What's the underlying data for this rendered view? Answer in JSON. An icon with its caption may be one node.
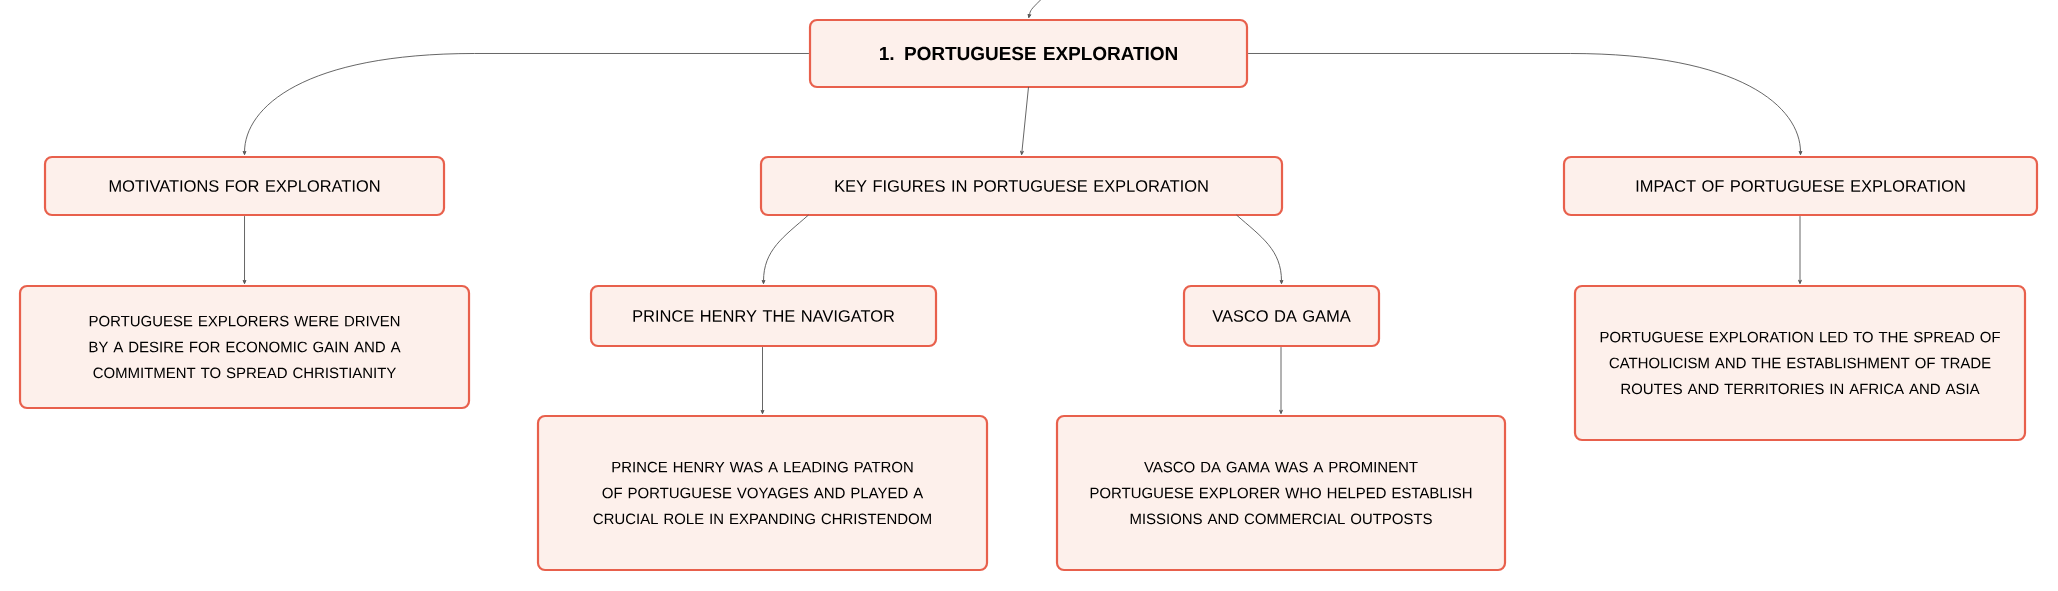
{
  "diagram": {
    "nodes": [
      {
        "text": [
          "1. PORTUGUESE EXPLORATION"
        ]
      },
      {
        "text": [
          "MOTIVATIONS FOR EXPLORATION"
        ]
      },
      {
        "text": [
          "KEY FIGURES IN PORTUGUESE EXPLORATION"
        ]
      },
      {
        "text": [
          "IMPACT OF PORTUGUESE EXPLORATION"
        ]
      },
      {
        "text": [
          "PORTUGUESE EXPLORERS WERE DRIVEN BY A DESIRE FOR ECONOMIC GAIN AND A COMMITMENT TO SPREAD CHRISTIANITY"
        ]
      },
      {
        "text": [
          "PRINCE HENRY THE NAVIGATOR"
        ]
      },
      {
        "text": [
          "VASCO DA GAMA"
        ]
      },
      {
        "text": [
          "PRINCE HENRY WAS A LEADING PATRON OF PORTUGUESE VOYAGES AND PLAYED A CRUCIAL ROLE IN EXPANDING CHRISTENDOM"
        ]
      },
      {
        "text": [
          "VASCO DA GAMA WAS A PROMINENT PORTUGUESE EXPLORER WHO HELPED ESTABLISH MISSIONS AND COMMERCIAL OUTPOSTS"
        ]
      },
      {
        "text": [
          "PORTUGUESE EXPLORATION LED TO THE SPREAD OF CATHOLICISM AND THE ESTABLISHMENT OF TRADE ROUTES AND TERRITORIES IN AFRICA AND ASIA"
        ]
      }
    ],
    "edges": [
      {
        "from": null,
        "to": 0,
        "arrow": "to"
      },
      {
        "from": 0,
        "to": 1,
        "arrow": "to"
      },
      {
        "from": 0,
        "to": 2,
        "arrow": "to"
      },
      {
        "from": 0,
        "to": 3,
        "arrow": "to"
      },
      {
        "from": 1,
        "to": 4,
        "arrow": "to"
      },
      {
        "from": 2,
        "to": 5,
        "arrow": "to"
      },
      {
        "from": 2,
        "to": 6,
        "arrow": "to"
      },
      {
        "from": 5,
        "to": 7,
        "arrow": "to"
      },
      {
        "from": 6,
        "to": 8,
        "arrow": "to"
      },
      {
        "from": 3,
        "to": 9,
        "arrow": "to"
      }
    ]
  }
}
